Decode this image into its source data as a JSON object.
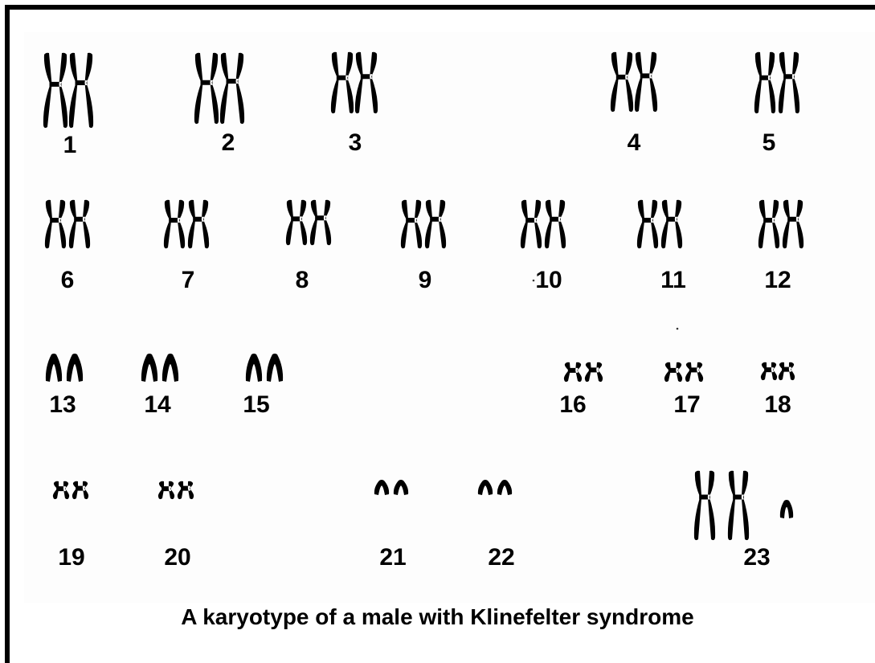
{
  "caption": "A karyotype of a male with Klinefelter syndrome",
  "chromosome_pairs": [
    {
      "label": "1"
    },
    {
      "label": "2"
    },
    {
      "label": "3"
    },
    {
      "label": "4"
    },
    {
      "label": "5"
    },
    {
      "label": "6"
    },
    {
      "label": "7"
    },
    {
      "label": "8"
    },
    {
      "label": "9"
    },
    {
      "label": "10"
    },
    {
      "label": "11"
    },
    {
      "label": "12"
    },
    {
      "label": "13"
    },
    {
      "label": "14"
    },
    {
      "label": "15"
    },
    {
      "label": "16"
    },
    {
      "label": "17"
    },
    {
      "label": "18"
    },
    {
      "label": "19"
    },
    {
      "label": "20"
    },
    {
      "label": "21"
    },
    {
      "label": "22"
    },
    {
      "label": "23"
    }
  ],
  "colors": {
    "ink": "#000000",
    "background": "#ffffff",
    "panel": "#fdfdfd"
  }
}
